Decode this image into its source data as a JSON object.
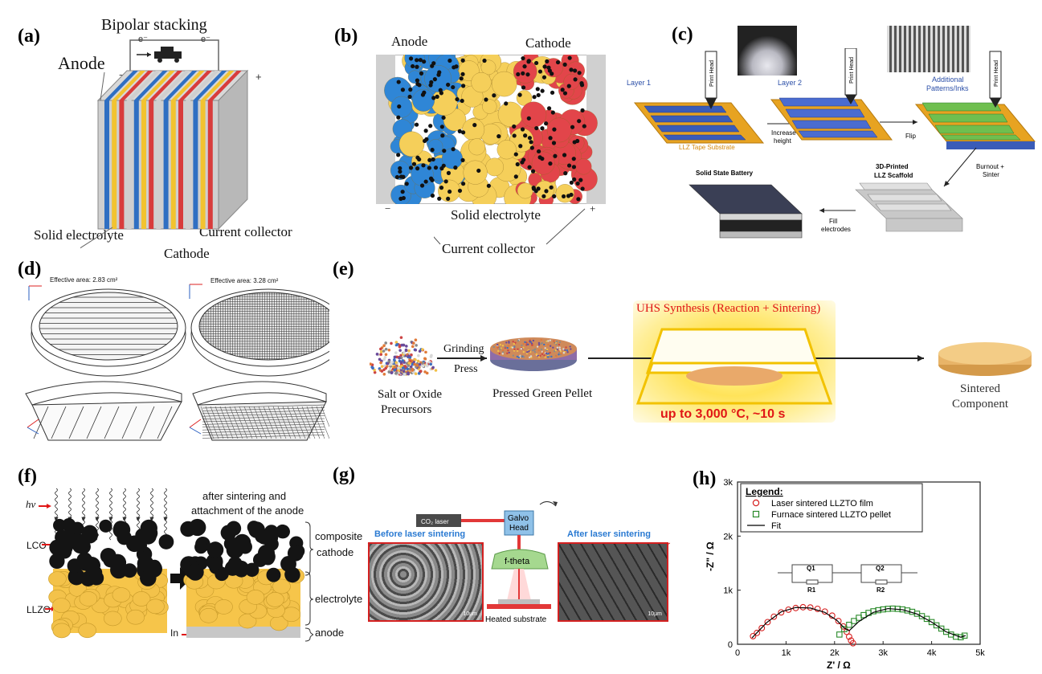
{
  "panels": {
    "a": {
      "label": "(a)",
      "title": "Bipolar stacking",
      "electron1": "e⁻",
      "electron2": "e⁻",
      "minus": "−",
      "plus": "+",
      "anode": "Anode",
      "solid_electrolyte": "Solid electrolyte",
      "cathode": "Cathode",
      "current_collector": "Current collector"
    },
    "b": {
      "label": "(b)",
      "anode": "Anode",
      "cathode": "Cathode",
      "solid_electrolyte": "Solid electrolyte",
      "current_collector": "Current collector",
      "minus": "−",
      "plus": "+"
    },
    "c": {
      "label": "(c)",
      "layer1": "Layer 1",
      "layer2": "Layer 2",
      "additional": "Additional",
      "patterns": "Patterns/Inks",
      "print_head": "Print Head",
      "substrate": "LLZ Tape Substrate",
      "increase": "Increase",
      "height": "height",
      "flip": "Flip",
      "burnout": "Burnout +",
      "sinter": "Sinter",
      "solid_state": "Solid State Battery",
      "scaffold1": "3D-Printed",
      "scaffold2": "LLZ Scaffold",
      "fill1": "Fill",
      "fill2": "electrodes"
    },
    "d": {
      "label": "(d)",
      "area1": "Effective area: 2.83 cm²",
      "area2": "Effective area: 3.28 cm²"
    },
    "e": {
      "label": "(e)",
      "uhs": "UHS Synthesis (Reaction + Sintering)",
      "grinding": "Grinding",
      "press": "Press",
      "salt": "Salt or Oxide",
      "precursors": "Precursors",
      "green_pellet": "Pressed Green Pellet",
      "temp": "up to 3,000 °C, ~10 s",
      "sintered": "Sintered",
      "component": "Component"
    },
    "f": {
      "label": "(f)",
      "hv": "hν",
      "lco": "LCO",
      "llzo": "LLZO",
      "in": "In",
      "after1": "after sintering and",
      "after2": "attachment of the anode",
      "composite1": "composite",
      "composite2": "cathode",
      "electrolyte": "electrolyte",
      "anode": "anode"
    },
    "g": {
      "label": "(g)",
      "co2": "CO₂ laser",
      "galvo1": "Galvo",
      "galvo2": "Head",
      "ftheta": "f-theta",
      "before": "Before laser sintering",
      "after": "After laser sintering",
      "scale1": "10μm",
      "scale2": "10μm",
      "heated": "Heated substrate"
    },
    "h": {
      "label": "(h)",
      "legend_title": "Legend:",
      "circuit": {
        "q1": "Q1",
        "r1": "R1",
        "q2": "Q2",
        "r2": "R2"
      }
    }
  },
  "chart_data": {
    "type": "scatter",
    "title": "",
    "xlabel": "Z' / Ω",
    "ylabel": "-Z\" / Ω",
    "xlim": [
      0,
      5000
    ],
    "ylim": [
      0,
      3000
    ],
    "xticks": [
      "0",
      "1k",
      "2k",
      "3k",
      "4k",
      "5k"
    ],
    "yticks": [
      "0",
      "1k",
      "2k",
      "3k"
    ],
    "legend_position": "top-left",
    "series": [
      {
        "name": "Laser sintered LLZTO film",
        "marker": "circle",
        "color": "#d62020",
        "x": [
          320,
          400,
          500,
          620,
          750,
          900,
          1050,
          1200,
          1350,
          1500,
          1650,
          1800,
          1950,
          2080,
          2180,
          2250,
          2300,
          2340,
          2380
        ],
        "y": [
          150,
          210,
          300,
          410,
          510,
          590,
          640,
          670,
          685,
          680,
          655,
          605,
          530,
          430,
          330,
          230,
          140,
          70,
          20
        ]
      },
      {
        "name": "Furnace sintered LLZTO pellet",
        "marker": "square",
        "color": "#2a8a2a",
        "x": [
          2100,
          2200,
          2300,
          2400,
          2500,
          2600,
          2700,
          2800,
          2900,
          3000,
          3100,
          3200,
          3300,
          3400,
          3500,
          3600,
          3700,
          3800,
          3900,
          4000,
          4100,
          4200,
          4300,
          4400,
          4500,
          4600,
          4680
        ],
        "y": [
          180,
          280,
          360,
          430,
          490,
          540,
          580,
          610,
          630,
          645,
          655,
          660,
          655,
          645,
          625,
          600,
          565,
          520,
          470,
          410,
          350,
          290,
          230,
          180,
          140,
          130,
          160
        ]
      },
      {
        "name": "Fit",
        "line": true,
        "color": "#000000",
        "x": [
          300,
          600,
          900,
          1200,
          1500,
          1800,
          2050,
          2200,
          2300,
          2500,
          2800,
          3100,
          3400,
          3700,
          4000,
          4300,
          4600,
          4700
        ],
        "y": [
          120,
          400,
          600,
          680,
          670,
          590,
          440,
          300,
          250,
          420,
          590,
          660,
          640,
          560,
          410,
          230,
          130,
          160
        ]
      }
    ]
  }
}
